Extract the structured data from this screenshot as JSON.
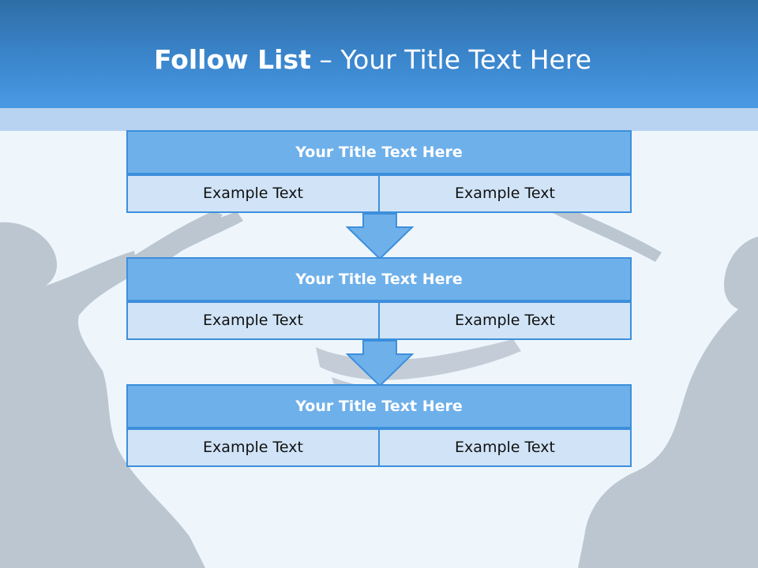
{
  "slide": {
    "title_bold": "Follow List",
    "title_sep": " – ",
    "title_rest": "Your Title Text Here"
  },
  "steps": [
    {
      "title": "Your Title Text Here",
      "left": "Example Text",
      "right": "Example Text"
    },
    {
      "title": "Your Title Text Here",
      "left": "Example Text",
      "right": "Example Text"
    },
    {
      "title": "Your Title Text Here",
      "left": "Example Text",
      "right": "Example Text"
    }
  ],
  "colors": {
    "header": "#3b86cd",
    "box_title": "#6eb0ea",
    "box_cell": "#d0e3f7",
    "border": "#3d8fdc",
    "arrow": "#6eb0ea"
  },
  "icons": [
    "down-arrow-icon",
    "down-arrow-icon"
  ]
}
